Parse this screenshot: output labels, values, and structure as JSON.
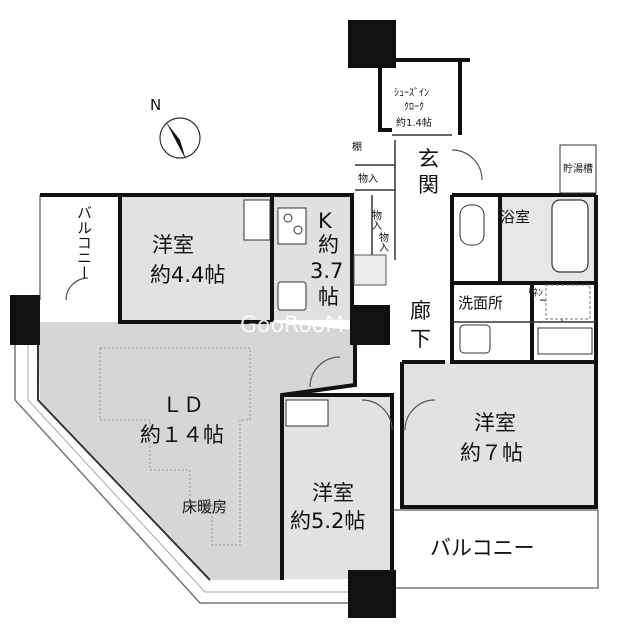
{
  "compass": {
    "north_letter": "N"
  },
  "rooms": {
    "western_room_a": {
      "name": "洋室",
      "size": "約4.4帖"
    },
    "kitchen": {
      "name": "K",
      "line1": "約",
      "line2": "3.7",
      "line3": "帖"
    },
    "ld": {
      "name": "ＬＤ",
      "size": "約１４帖",
      "floor_heating": "床暖房"
    },
    "western_room_b": {
      "name": "洋室",
      "size": "約5.2帖"
    },
    "western_room_c": {
      "name": "洋室",
      "size": "約７帖"
    },
    "bath": {
      "name": "浴室"
    },
    "washroom": {
      "name": "洗面所"
    },
    "linen": {
      "name": "ﾘﾈﾝ"
    },
    "hallway": {
      "line1": "廊",
      "line2": "下"
    },
    "entrance": {
      "line1": "玄",
      "line2": "関"
    },
    "shoes_closet": {
      "line1": "ｼｭｰｽﾞｲﾝ",
      "line2": "ｸﾛｰｸ",
      "line3": "約1.4帖"
    },
    "water_heater": {
      "name": "貯湯槽"
    },
    "shelf": {
      "name": "棚"
    },
    "storage": {
      "label": "物入"
    },
    "balcony_left": {
      "name": "バルコニー"
    },
    "balcony_bottom": {
      "name": "バルコニー"
    }
  },
  "watermark": {
    "text": "GooRooM"
  }
}
